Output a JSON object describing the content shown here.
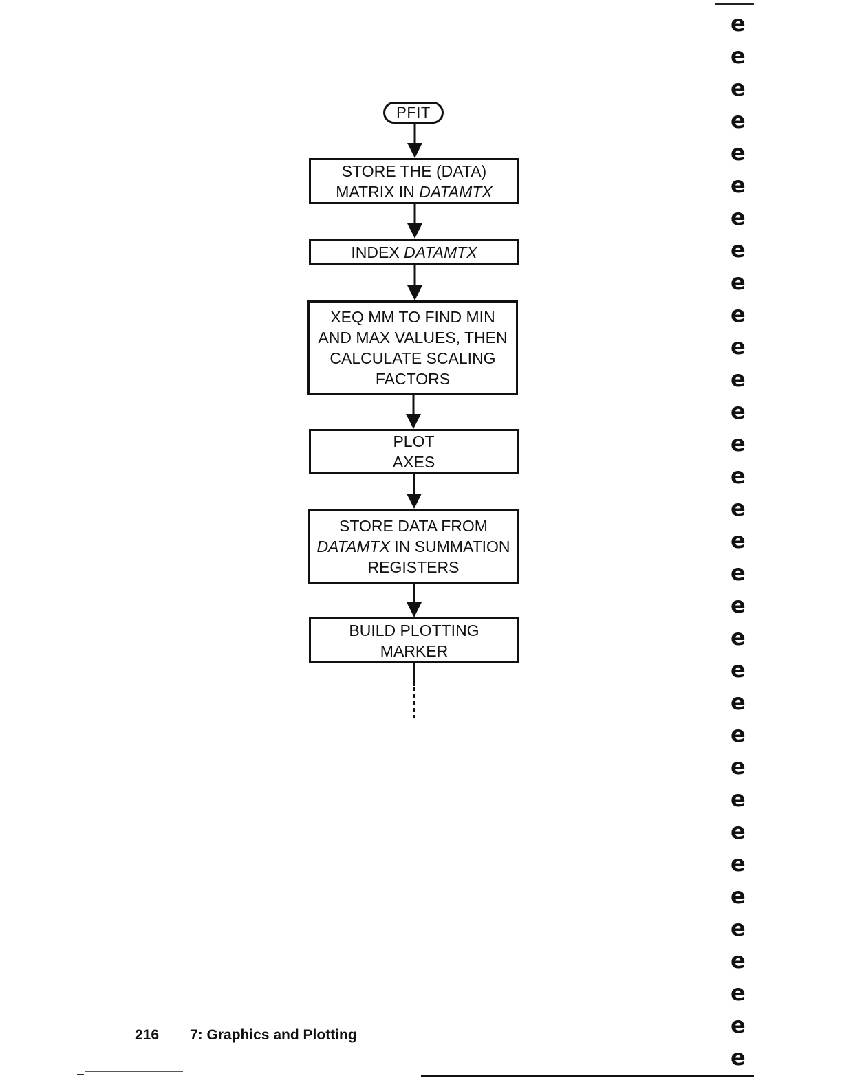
{
  "flowchart": {
    "start": "PFIT",
    "steps": [
      {
        "lines": [
          [
            {
              "t": "STORE THE (DATA)"
            }
          ],
          [
            {
              "t": "MATRIX IN "
            },
            {
              "t": "DATAMTX",
              "i": true
            }
          ]
        ]
      },
      {
        "lines": [
          [
            {
              "t": "INDEX "
            },
            {
              "t": "DATAMTX",
              "i": true
            }
          ]
        ]
      },
      {
        "lines": [
          [
            {
              "t": "XEQ MM TO FIND MIN"
            }
          ],
          [
            {
              "t": "AND MAX VALUES, THEN"
            }
          ],
          [
            {
              "t": "CALCULATE SCALING"
            }
          ],
          [
            {
              "t": "FACTORS"
            }
          ]
        ]
      },
      {
        "lines": [
          [
            {
              "t": "PLOT"
            }
          ],
          [
            {
              "t": "AXES"
            }
          ]
        ]
      },
      {
        "lines": [
          [
            {
              "t": "STORE DATA FROM"
            }
          ],
          [
            {
              "t": "DATAMTX",
              "i": true
            },
            {
              "t": " IN SUMMATION"
            }
          ],
          [
            {
              "t": "REGISTERS"
            }
          ]
        ]
      },
      {
        "lines": [
          [
            {
              "t": "BUILD PLOTTING"
            }
          ],
          [
            {
              "t": "MARKER"
            }
          ]
        ]
      }
    ]
  },
  "footer": {
    "page_number": "216",
    "chapter": "7: Graphics and Plotting"
  }
}
